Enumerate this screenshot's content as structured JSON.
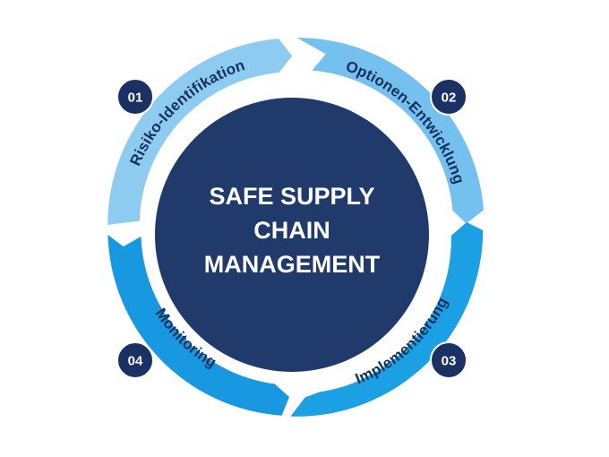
{
  "diagram": {
    "center": {
      "line1": "SAFE SUPPLY",
      "line2": "CHAIN",
      "line3": "MANAGEMENT"
    },
    "steps": [
      {
        "number": "01",
        "label": "Risiko-Identifikation"
      },
      {
        "number": "02",
        "label": "Optionen-Entwicklung"
      },
      {
        "number": "03",
        "label": "Implementierung"
      },
      {
        "number": "04",
        "label": "Monitoring"
      }
    ]
  },
  "colors": {
    "center": "#1f3a6b",
    "badge": "#1a3163",
    "label_text": "#14305e",
    "segment_top_left": "#8ecbf0",
    "segment_top_right": "#74c0ee",
    "segment_bottom_right": "#1aa0e3",
    "segment_bottom_left": "#1798e0"
  }
}
